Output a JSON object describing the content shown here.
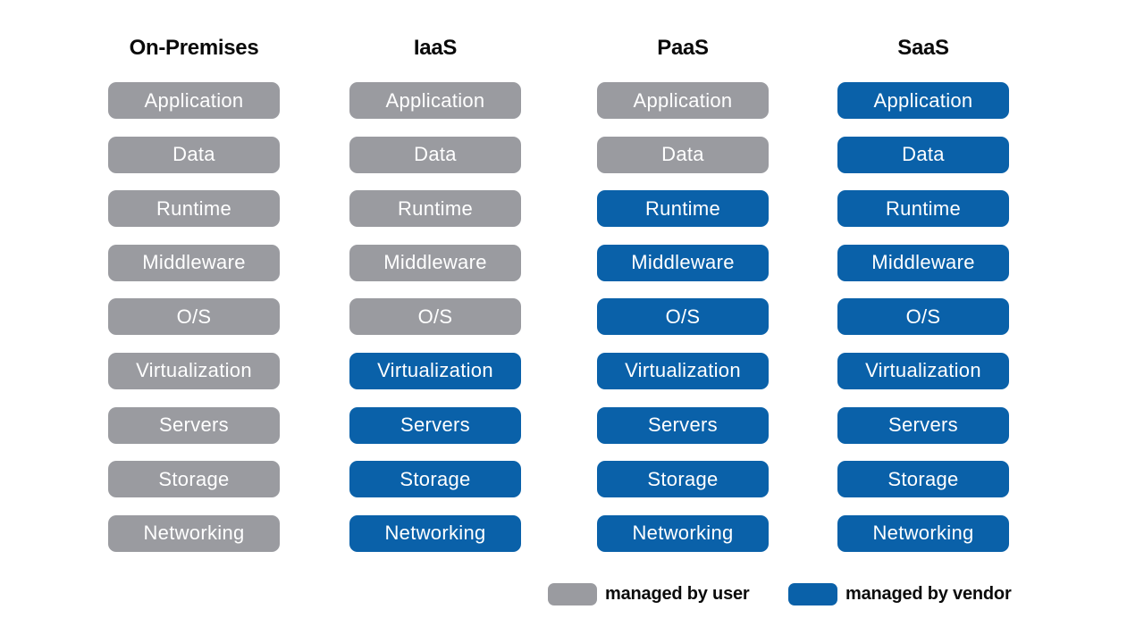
{
  "colors": {
    "user": "#9A9BA0",
    "vendor": "#0A61A9",
    "background": "#FFFFFF",
    "heading_text": "#0A0A0A",
    "box_text": "#FFFFFF"
  },
  "columns": [
    {
      "title": "On-Premises",
      "layers": [
        {
          "label": "Application",
          "managed_by": "user"
        },
        {
          "label": "Data",
          "managed_by": "user"
        },
        {
          "label": "Runtime",
          "managed_by": "user"
        },
        {
          "label": "Middleware",
          "managed_by": "user"
        },
        {
          "label": "O/S",
          "managed_by": "user"
        },
        {
          "label": "Virtualization",
          "managed_by": "user"
        },
        {
          "label": "Servers",
          "managed_by": "user"
        },
        {
          "label": "Storage",
          "managed_by": "user"
        },
        {
          "label": "Networking",
          "managed_by": "user"
        }
      ]
    },
    {
      "title": "IaaS",
      "layers": [
        {
          "label": "Application",
          "managed_by": "user"
        },
        {
          "label": "Data",
          "managed_by": "user"
        },
        {
          "label": "Runtime",
          "managed_by": "user"
        },
        {
          "label": "Middleware",
          "managed_by": "user"
        },
        {
          "label": "O/S",
          "managed_by": "user"
        },
        {
          "label": "Virtualization",
          "managed_by": "vendor"
        },
        {
          "label": "Servers",
          "managed_by": "vendor"
        },
        {
          "label": "Storage",
          "managed_by": "vendor"
        },
        {
          "label": "Networking",
          "managed_by": "vendor"
        }
      ]
    },
    {
      "title": "PaaS",
      "layers": [
        {
          "label": "Application",
          "managed_by": "user"
        },
        {
          "label": "Data",
          "managed_by": "user"
        },
        {
          "label": "Runtime",
          "managed_by": "vendor"
        },
        {
          "label": "Middleware",
          "managed_by": "vendor"
        },
        {
          "label": "O/S",
          "managed_by": "vendor"
        },
        {
          "label": "Virtualization",
          "managed_by": "vendor"
        },
        {
          "label": "Servers",
          "managed_by": "vendor"
        },
        {
          "label": "Storage",
          "managed_by": "vendor"
        },
        {
          "label": "Networking",
          "managed_by": "vendor"
        }
      ]
    },
    {
      "title": "SaaS",
      "layers": [
        {
          "label": "Application",
          "managed_by": "vendor"
        },
        {
          "label": "Data",
          "managed_by": "vendor"
        },
        {
          "label": "Runtime",
          "managed_by": "vendor"
        },
        {
          "label": "Middleware",
          "managed_by": "vendor"
        },
        {
          "label": "O/S",
          "managed_by": "vendor"
        },
        {
          "label": "Virtualization",
          "managed_by": "vendor"
        },
        {
          "label": "Servers",
          "managed_by": "vendor"
        },
        {
          "label": "Storage",
          "managed_by": "vendor"
        },
        {
          "label": "Networking",
          "managed_by": "vendor"
        }
      ]
    }
  ],
  "legend": {
    "items": [
      {
        "label": "managed by user",
        "managed_by": "user"
      },
      {
        "label": "managed by vendor",
        "managed_by": "vendor"
      }
    ]
  }
}
